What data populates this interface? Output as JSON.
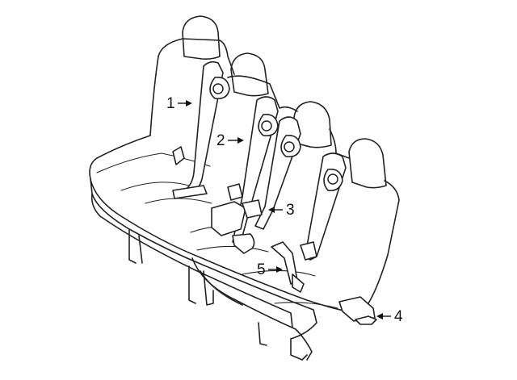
{
  "callouts": [
    {
      "id": "1",
      "label": "1"
    },
    {
      "id": "2",
      "label": "2"
    },
    {
      "id": "3",
      "label": "3"
    },
    {
      "id": "4",
      "label": "4"
    },
    {
      "id": "5",
      "label": "5"
    }
  ],
  "colors": {
    "line": "#222222",
    "background": "#ffffff"
  }
}
